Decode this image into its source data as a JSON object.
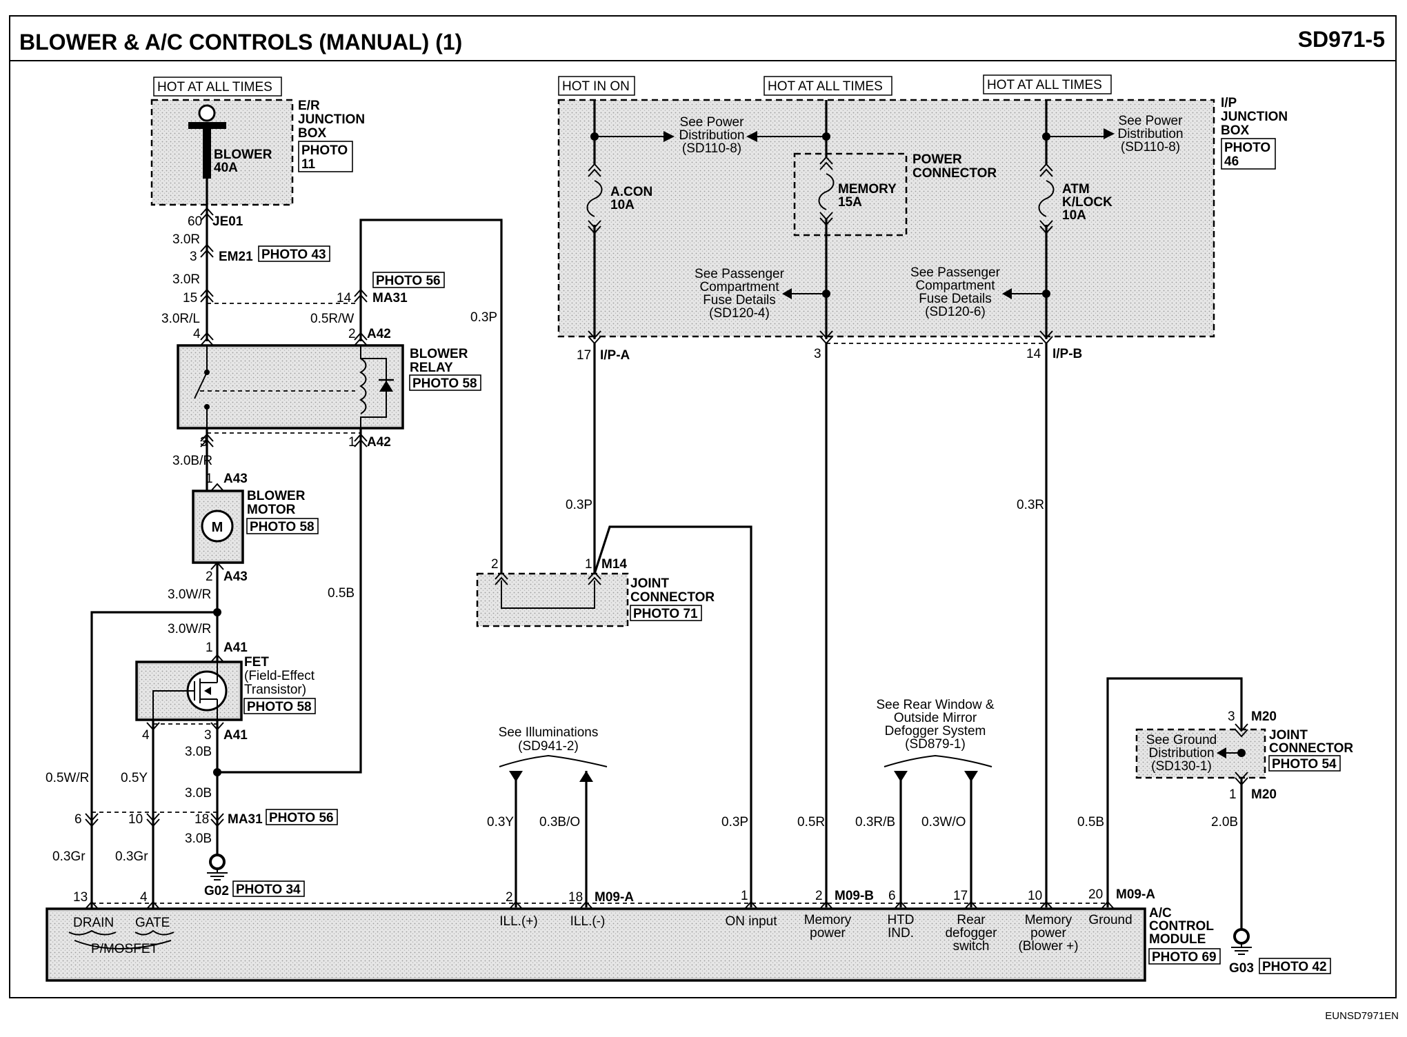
{
  "header": {
    "title": "BLOWER & A/C CONTROLS (MANUAL) (1)",
    "code": "SD971-5"
  },
  "footer": {
    "ref": "EUNSD7971EN"
  },
  "hot_labels": {
    "hot_all_times_1": "HOT AT ALL TIMES",
    "hot_in_on": "HOT IN ON",
    "hot_all_times_2": "HOT AT ALL TIMES",
    "hot_all_times_3": "HOT AT ALL TIMES"
  },
  "er_box": {
    "line1": "E/R",
    "line2": "JUNCTION",
    "line3": "BOX",
    "photo1": "PHOTO",
    "photo2": "11",
    "fuse1": "BLOWER",
    "fuse2": "40A"
  },
  "ip_box": {
    "line1": "I/P",
    "line2": "JUNCTION",
    "line3": "BOX",
    "photo1": "PHOTO",
    "photo2": "46"
  },
  "power_conn": {
    "line1": "POWER",
    "line2": "CONNECTOR"
  },
  "fuses": {
    "acon1": "A.CON",
    "acon2": "10A",
    "mem1": "MEMORY",
    "mem2": "15A",
    "atm1": "ATM",
    "atm2": "K/LOCK",
    "atm3": "10A"
  },
  "refs": {
    "power_dist_l1": "See Power",
    "power_dist_l2": "Distribution",
    "power_dist_l3": "(SD110-8)",
    "power_dist_r1": "See Power",
    "power_dist_r2": "Distribution",
    "power_dist_r3": "(SD110-8)",
    "pass_l1": "See Passenger",
    "pass_l2": "Compartment",
    "pass_l3": "Fuse Details",
    "pass_l4": "(SD120-4)",
    "pass_r1": "See Passenger",
    "pass_r2": "Compartment",
    "pass_r3": "Fuse Details",
    "pass_r4": "(SD120-6)",
    "illum1": "See Illuminations",
    "illum2": "(SD941-2)",
    "rear1": "See Rear Window &",
    "rear2": "Outside Mirror",
    "rear3": "Defogger System",
    "rear4": "(SD879-1)",
    "ground1": "See Ground",
    "ground2": "Distribution",
    "ground3": "(SD130-1)"
  },
  "connectors": {
    "je01": "JE01",
    "em21": "EM21",
    "ma31": "MA31",
    "ma31b": "MA31",
    "a42": "A42",
    "a42b": "A42",
    "a43": "A43",
    "a43b": "A43",
    "a41": "A41",
    "a41b": "A41",
    "g02": "G02",
    "g03": "G03",
    "m14": "M14",
    "ipa": "I/P-A",
    "ipb": "I/P-B",
    "m09a": "M09-A",
    "m09b": "M09-B",
    "m09a2": "M09-A",
    "m20": "M20",
    "m20b": "M20"
  },
  "pins": {
    "p60": "60",
    "p3a": "3",
    "p15": "15",
    "p14a": "14",
    "p4a": "4",
    "p2a": "2",
    "p3b": "3",
    "p1a": "1",
    "p1b": "1",
    "p2b": "2",
    "p1c": "1",
    "p4b": "4",
    "p3c": "3",
    "p6": "6",
    "p10": "10",
    "p18": "18",
    "p13": "13",
    "p4c": "4",
    "p2c": "2",
    "p18b": "18",
    "p1d": "1",
    "p2d": "2",
    "p6b": "6",
    "p17b": "17",
    "p10b": "10",
    "p20": "20",
    "p17": "17",
    "p3d": "3",
    "p14b": "14",
    "p2e": "2",
    "p1e": "1",
    "p3e": "3",
    "p1f": "1"
  },
  "wires": {
    "w30r_a": "3.0R",
    "w30r_b": "3.0R",
    "w30rl": "3.0R/L",
    "w05rw": "0.5R/W",
    "w03p_a": "0.3P",
    "w30br": "3.0B/R",
    "w30wr_a": "3.0W/R",
    "w30wr_b": "3.0W/R",
    "w05b_a": "0.5B",
    "w30b_a": "3.0B",
    "w30b_b": "3.0B",
    "w30b_c": "3.0B",
    "w05wr": "0.5W/R",
    "w05y": "0.5Y",
    "w03gr_a": "0.3Gr",
    "w03gr_b": "0.3Gr",
    "w03p_b": "0.3P",
    "w03y": "0.3Y",
    "w03bo": "0.3B/O",
    "w03p_c": "0.3P",
    "w05r": "0.5R",
    "w03rb": "0.3R/B",
    "w03wo": "0.3W/O",
    "w03r": "0.3R",
    "w05b_b": "0.5B",
    "w20b": "2.0B"
  },
  "components": {
    "relay1": "BLOWER",
    "relay2": "RELAY",
    "motor1": "BLOWER",
    "motor2": "MOTOR",
    "motor_sym": "M",
    "fet1": "FET",
    "fet2": "(Field-Effect",
    "fet3": "Transistor)",
    "joint1": "JOINT",
    "joint2": "CONNECTOR",
    "joint3": "JOINT",
    "joint4": "CONNECTOR",
    "ac1": "A/C",
    "ac2": "CONTROL",
    "ac3": "MODULE"
  },
  "module_terms": {
    "drain": "DRAIN",
    "gate": "GATE",
    "pmos": "P/MOSFET",
    "ill_p": "ILL.(+)",
    "ill_n": "ILL.(-)",
    "on_input": "ON input",
    "mem1": "Memory",
    "mem2": "power",
    "htd1": "HTD",
    "htd2": "IND.",
    "rear1": "Rear",
    "rear2": "defogger",
    "rear3": "switch",
    "memb1": "Memory",
    "memb2": "power",
    "memb3": "(Blower +)",
    "ground": "Ground"
  },
  "photos": {
    "ph43": "PHOTO 43",
    "ph56a": "PHOTO 56",
    "ph58a": "PHOTO 58",
    "ph58b": "PHOTO 58",
    "ph58c": "PHOTO 58",
    "ph56b": "PHOTO 56",
    "ph34": "PHOTO 34",
    "ph71": "PHOTO 71",
    "ph54": "PHOTO 54",
    "ph69": "PHOTO 69",
    "ph42": "PHOTO 42"
  }
}
